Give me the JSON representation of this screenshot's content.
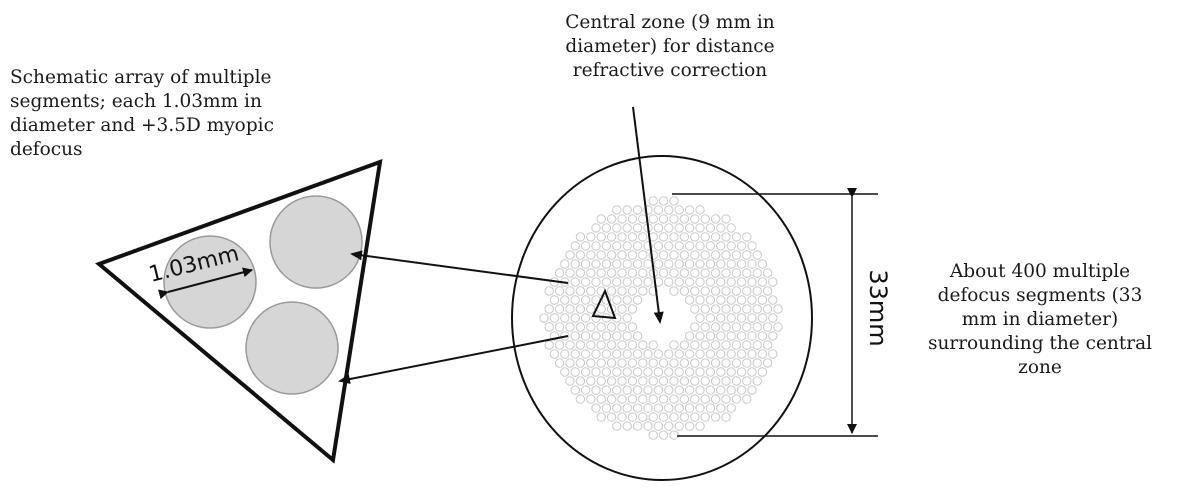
{
  "labels": {
    "array_caption": {
      "lines": [
        "Schematic array of multiple",
        "segments; each 1.03mm in",
        "diameter and +3.5D myopic",
        "defocus"
      ]
    },
    "central_zone_caption": {
      "lines": [
        "Central zone (9 mm in",
        "diameter) for distance",
        "refractive correction"
      ]
    },
    "segments_caption": {
      "lines": [
        "About 400 multiple",
        "defocus segments (33",
        "mm in diameter)",
        "surrounding the central",
        "zone"
      ]
    },
    "segment_diameter": "1.03mm",
    "lens_diameter": "33mm"
  },
  "colors": {
    "line": "#111111",
    "segment_fill": "#d6d6d6",
    "segment_stroke": "#9a9a9a",
    "ring_dot": "#c8c8c8"
  }
}
